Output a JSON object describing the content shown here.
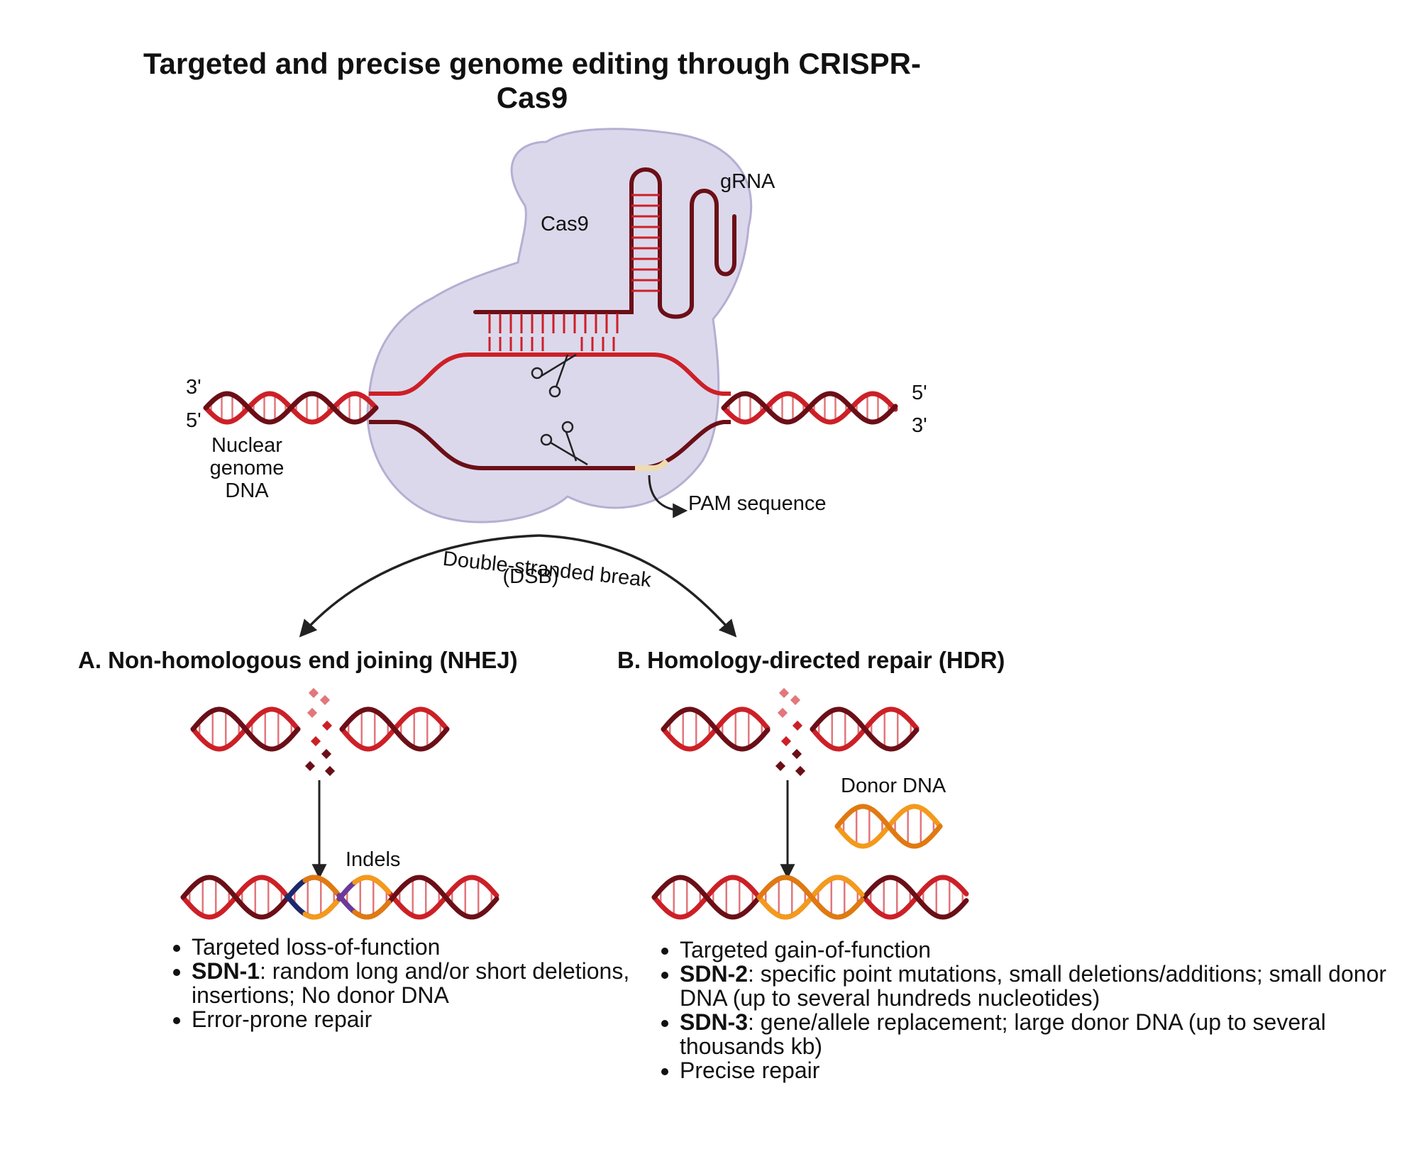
{
  "title_line1": "Targeted and precise genome editing through CRISPR-",
  "title_line2": "Cas9",
  "labels": {
    "grna": "gRNA",
    "cas9": "Cas9",
    "three_prime": "3'",
    "five_prime": "5'",
    "nuclear_genome_dna": [
      "Nuclear",
      "genome",
      "DNA"
    ],
    "pam_sequence": "PAM sequence",
    "dsb_line1": "Double-stranded break",
    "dsb_line2": "(DSB)",
    "indels": "Indels",
    "donor_dna": "Donor DNA"
  },
  "nhej": {
    "heading": "A. Non-homologous end joining (NHEJ)",
    "bullets": [
      {
        "bold": "",
        "text": "Targeted loss-of-function"
      },
      {
        "bold": "SDN-1",
        "text": ": random long and/or short deletions, insertions; No donor DNA"
      },
      {
        "bold": "",
        "text": " Error-prone repair"
      }
    ]
  },
  "hdr": {
    "heading": "B. Homology-directed repair (HDR)",
    "bullets": [
      {
        "bold": "",
        "text": "Targeted gain-of-function"
      },
      {
        "bold": "SDN-2",
        "text": ": specific point mutations, small deletions/additions; small donor DNA (up to several hundreds nucleotides)"
      },
      {
        "bold": "SDN-3",
        "text": ": gene/allele replacement; large donor DNA (up to several thousands kb)"
      },
      {
        "bold": "",
        "text": "Precise repair"
      }
    ]
  },
  "colors": {
    "dna_red": "#cc2027",
    "dna_dark": "#6b0f17",
    "rung": "#e2777c",
    "cas9_fill": "#dcd8eb",
    "cas9_stroke": "#b5aed3",
    "donor_orange": "#f39a1c",
    "donor_dark_orange": "#e07a10",
    "pam": "#eedbb0",
    "indel_navy": "#1b2a6b",
    "indel_purple": "#6a3a9a"
  }
}
